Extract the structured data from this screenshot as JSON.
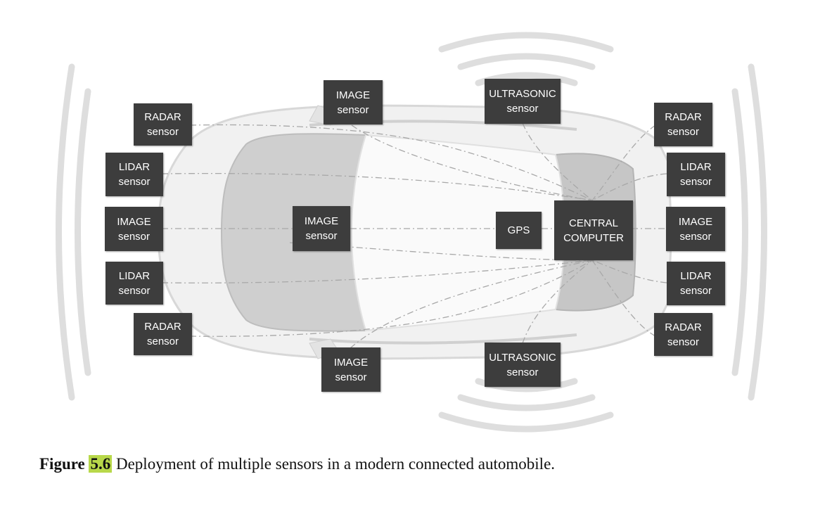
{
  "diagram": {
    "nodes": {
      "radar_front_left": {
        "line1": "RADAR",
        "line2": "sensor"
      },
      "lidar_front_left1": {
        "line1": "LIDAR",
        "line2": "sensor"
      },
      "image_left": {
        "line1": "IMAGE",
        "line2": "sensor"
      },
      "lidar_front_left2": {
        "line1": "LIDAR",
        "line2": "sensor"
      },
      "radar_rear_left": {
        "line1": "RADAR",
        "line2": "sensor"
      },
      "image_top": {
        "line1": "IMAGE",
        "line2": "sensor"
      },
      "ultrasonic_top": {
        "line1": "ULTRASONIC",
        "line2": "sensor"
      },
      "image_center": {
        "line1": "IMAGE",
        "line2": "sensor"
      },
      "gps": {
        "line1": "GPS"
      },
      "central_computer": {
        "line1": "CENTRAL",
        "line2": "COMPUTER"
      },
      "image_bottom": {
        "line1": "IMAGE",
        "line2": "sensor"
      },
      "ultrasonic_bottom": {
        "line1": "ULTRASONIC",
        "line2": "sensor"
      },
      "radar_right_top": {
        "line1": "RADAR",
        "line2": "sensor"
      },
      "lidar_right1": {
        "line1": "LIDAR",
        "line2": "sensor"
      },
      "image_right": {
        "line1": "IMAGE",
        "line2": "sensor"
      },
      "lidar_right2": {
        "line1": "LIDAR",
        "line2": "sensor"
      },
      "radar_right_bottom": {
        "line1": "RADAR",
        "line2": "sensor"
      }
    },
    "colors": {
      "box": "#3d3d3d",
      "box_text": "#ffffff",
      "highlight": "#b8d84a"
    }
  },
  "caption": {
    "label": "Figure",
    "number": "5.6",
    "text": "Deployment of multiple sensors in a modern connected automobile."
  }
}
